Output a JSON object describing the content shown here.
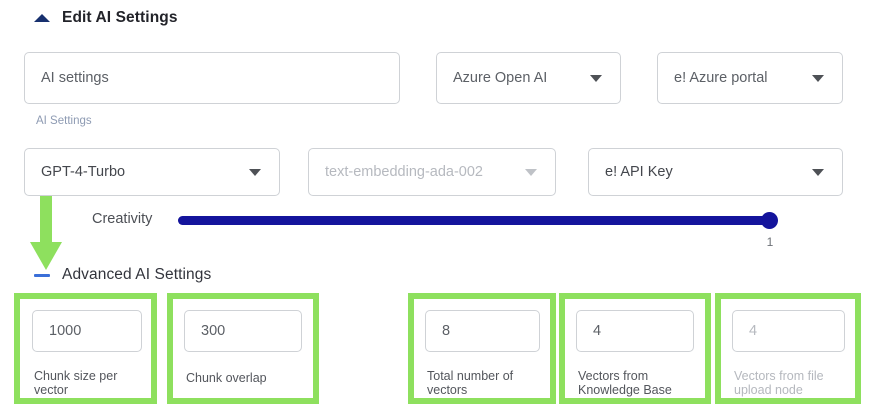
{
  "sections": {
    "edit": {
      "title": "Edit AI Settings",
      "toggle_icon": "triangle-up-icon"
    },
    "advanced": {
      "title": "Advanced AI Settings",
      "toggle_icon": "minus-icon"
    }
  },
  "row1": {
    "ai_settings_name": {
      "value": "AI settings",
      "helper": "AI Settings"
    },
    "provider": {
      "value": "Azure Open AI",
      "icon": "chevron-down-icon"
    },
    "portal": {
      "value": "e! Azure portal",
      "icon": "chevron-down-icon"
    }
  },
  "row2": {
    "model": {
      "value": "GPT-4-Turbo",
      "icon": "chevron-down-icon"
    },
    "embedding": {
      "value": "text-embedding-ada-002",
      "icon": "chevron-down-icon"
    },
    "api_key": {
      "value": "e! API Key",
      "icon": "chevron-down-icon"
    }
  },
  "creativity": {
    "label": "Creativity",
    "value": "1",
    "min": 0,
    "max": 1,
    "fill_percent": 100
  },
  "advanced_fields": [
    {
      "value": "1000",
      "label": "Chunk size per vector",
      "disabled": false,
      "highlighted": true
    },
    {
      "value": "300",
      "label": "Chunk overlap",
      "disabled": false,
      "highlighted": true
    },
    {
      "value": "8",
      "label": "Total number of vectors",
      "disabled": false,
      "highlighted": true
    },
    {
      "value": "4",
      "label": "Vectors from Knowledge Base",
      "disabled": false,
      "highlighted": true
    },
    {
      "value": "4",
      "label": "Vectors from file upload node",
      "disabled": true,
      "highlighted": true
    }
  ],
  "annotations": {
    "arrow": "green-down-arrow",
    "highlight_color": "#8ee05e"
  },
  "colors": {
    "slider_fill": "#14149c",
    "accent_blue": "#3a6fd8",
    "toggle_navy": "#17306e",
    "highlight_green": "#8ee05e"
  }
}
